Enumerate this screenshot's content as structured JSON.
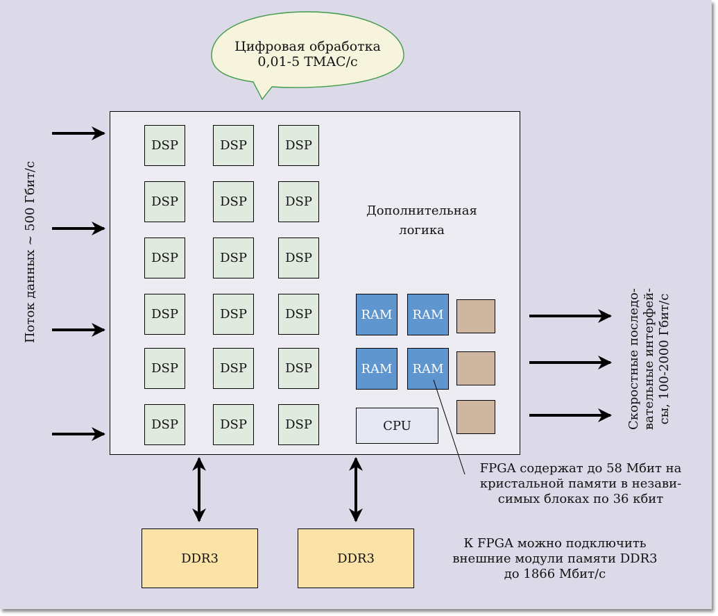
{
  "callout": {
    "line1": "Цифровая обработка",
    "line2": "0,01-5 TMAC/с"
  },
  "input_label": "Поток данных ~ 500 Гбит/с",
  "output_label": {
    "line1": "Скоростные последо-",
    "line2": "вательные интерфей-",
    "line3": "сы, 100-2000 Гбит/с"
  },
  "fpga": {
    "dsp_blocks": [
      "DSP",
      "DSP",
      "DSP",
      "DSP",
      "DSP",
      "DSP",
      "DSP",
      "DSP",
      "DSP",
      "DSP",
      "DSP",
      "DSP",
      "DSP",
      "DSP",
      "DSP",
      "DSP",
      "DSP",
      "DSP"
    ],
    "logic_label_line1": "Дополнительная",
    "logic_label_line2": "логика",
    "ram_blocks": [
      "RAM",
      "RAM",
      "RAM",
      "RAM"
    ],
    "cpu_label": "CPU"
  },
  "ddr_modules": [
    "DDR3",
    "DDR3"
  ],
  "ram_note": {
    "line1": "FPGA содержат до 58 Мбит на",
    "line2": "кристальной памяти в незави-",
    "line3": "симых блоках по 36 кбит"
  },
  "ddr_note": {
    "line1": "К FPGA можно подключить",
    "line2": "внешние модули памяти DDR3",
    "line3": "до 1866 Мбит/с"
  },
  "colors": {
    "background": "#dcdae8",
    "fpga_fill": "#edecf3",
    "dsp_fill": "#e1eadf",
    "logic_fill": "#dfbad2",
    "ram_fill": "#6096cf",
    "io_fill": "#cfb6a0",
    "cpu_fill": "#e6e9f3",
    "ddr_fill": "#fbe2a6",
    "callout_fill": "#f6f4dc",
    "callout_stroke": "#3f9a4a"
  }
}
